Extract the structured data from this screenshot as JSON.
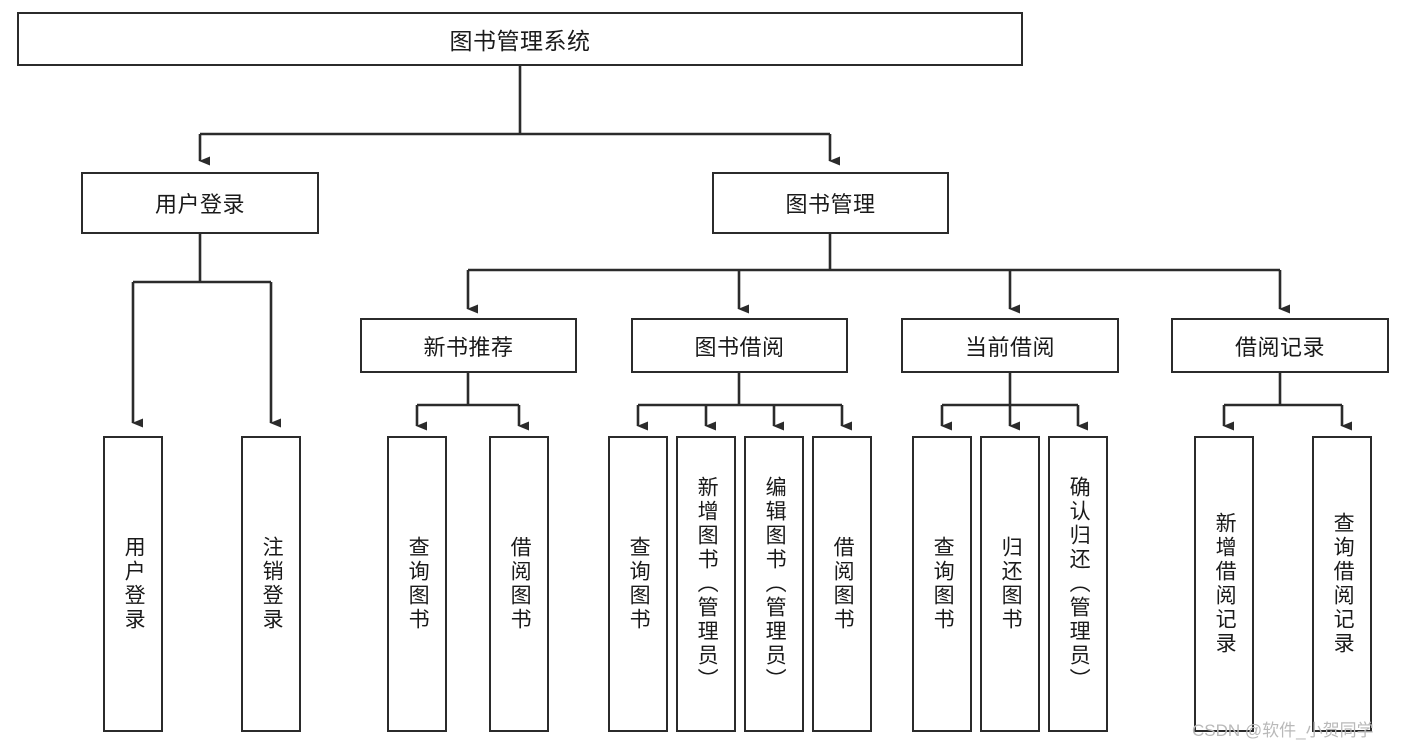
{
  "diagram": {
    "type": "tree-hierarchy",
    "title": "图书管理系统",
    "root": {
      "label": "图书管理系统"
    },
    "level2": [
      {
        "label": "用户登录"
      },
      {
        "label": "图书管理"
      }
    ],
    "level3": [
      {
        "label": "新书推荐"
      },
      {
        "label": "图书借阅"
      },
      {
        "label": "当前借阅"
      },
      {
        "label": "借阅记录"
      }
    ],
    "leaves": {
      "user_login": [
        {
          "label": "用户登录"
        },
        {
          "label": "注销登录"
        }
      ],
      "new_book_rec": [
        {
          "label": "查询图书"
        },
        {
          "label": "借阅图书"
        }
      ],
      "book_borrow": [
        {
          "label": "查询图书"
        },
        {
          "label": "新增图书（管理员）"
        },
        {
          "label": "编辑图书（管理员）"
        },
        {
          "label": "借阅图书"
        }
      ],
      "current_borrow": [
        {
          "label": "查询图书"
        },
        {
          "label": "归还图书"
        },
        {
          "label": "确认归还（管理员）"
        }
      ],
      "borrow_record": [
        {
          "label": "新增借阅记录"
        },
        {
          "label": "查询借阅记录"
        }
      ]
    }
  },
  "watermark": {
    "text": "CSDN @软件_小贺同学"
  },
  "colors": {
    "stroke": "#2b2b2b",
    "fill": "#ffffff",
    "text": "#1a1a1a",
    "watermark": "#b9b9b9"
  }
}
